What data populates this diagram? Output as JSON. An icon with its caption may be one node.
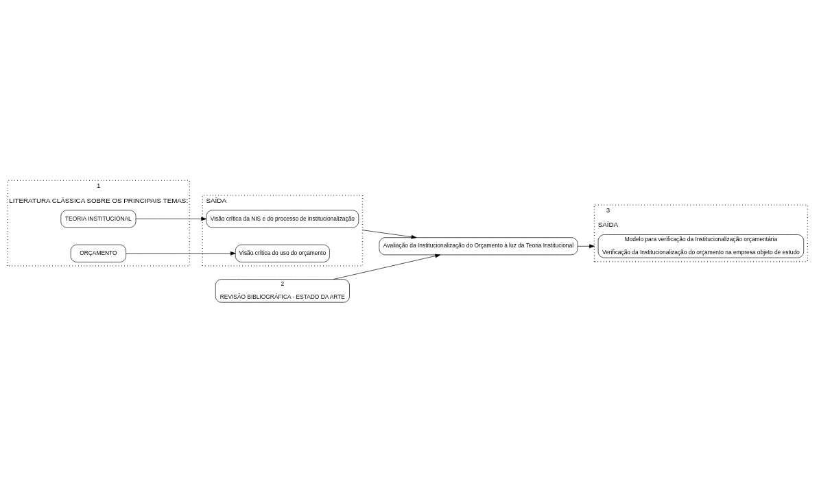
{
  "diagram": {
    "nodes": [
      {
        "text": [
          "1",
          "LITERATURA CLÁSSICA SOBRE OS PRINCIPAIS TEMAS:"
        ]
      },
      {
        "text": [
          "TEORIA INSTITUCIONAL"
        ],
        "in": 0
      },
      {
        "text": [
          "ORÇAMENTO"
        ],
        "in": 0
      },
      {
        "text": [
          "SAÍDA"
        ]
      },
      {
        "text": [
          "Visão crítica da NIS e do processo de institucionalização"
        ],
        "in": 3
      },
      {
        "text": [
          "Visão crítica do uso do orçamento"
        ],
        "in": 3
      },
      {
        "text": [
          "Avaliação da Institucionalização do Orçamento à luz da Teoria Institucional"
        ]
      },
      {
        "text": [
          "3",
          "SAÍDA"
        ]
      },
      {
        "text": [
          "Modelo para verificação da Institucionalização orçamentária",
          "Verificação da Institucionalização do orçamento na empresa objeto de estudo"
        ],
        "in": 7
      },
      {
        "text": [
          "2",
          "REVISÃO BIBLIOGRÁFICA - ESTADO DA ARTE"
        ]
      }
    ],
    "edges": [
      {
        "from": 1,
        "to": 4,
        "arrow": "to"
      },
      {
        "from": 2,
        "to": 5,
        "arrow": "to"
      },
      {
        "from": 3,
        "to": 6,
        "arrow": "to"
      },
      {
        "from": 6,
        "to": 7,
        "arrow": "to"
      },
      {
        "from": 9,
        "to": 6,
        "arrow": "to"
      }
    ]
  }
}
